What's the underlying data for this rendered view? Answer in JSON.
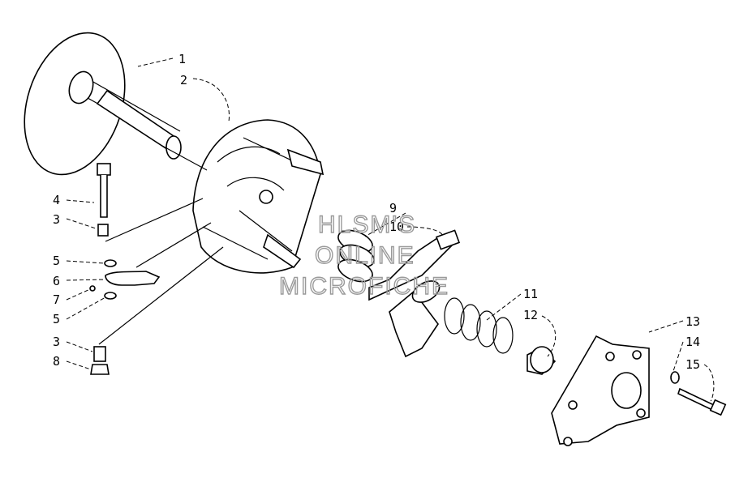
{
  "diagram": {
    "callouts": [
      "1",
      "2",
      "4",
      "3",
      "5",
      "6",
      "7",
      "5",
      "3",
      "8",
      "9",
      "10",
      "11",
      "12",
      "13",
      "14",
      "15"
    ]
  },
  "watermark": {
    "line1": "HLSM'S",
    "line2": "ONLINE",
    "line3": "MICROFICHE"
  },
  "colors": {
    "ink": "#000000",
    "watermark": "#9a9a9a",
    "background": "#ffffff"
  }
}
